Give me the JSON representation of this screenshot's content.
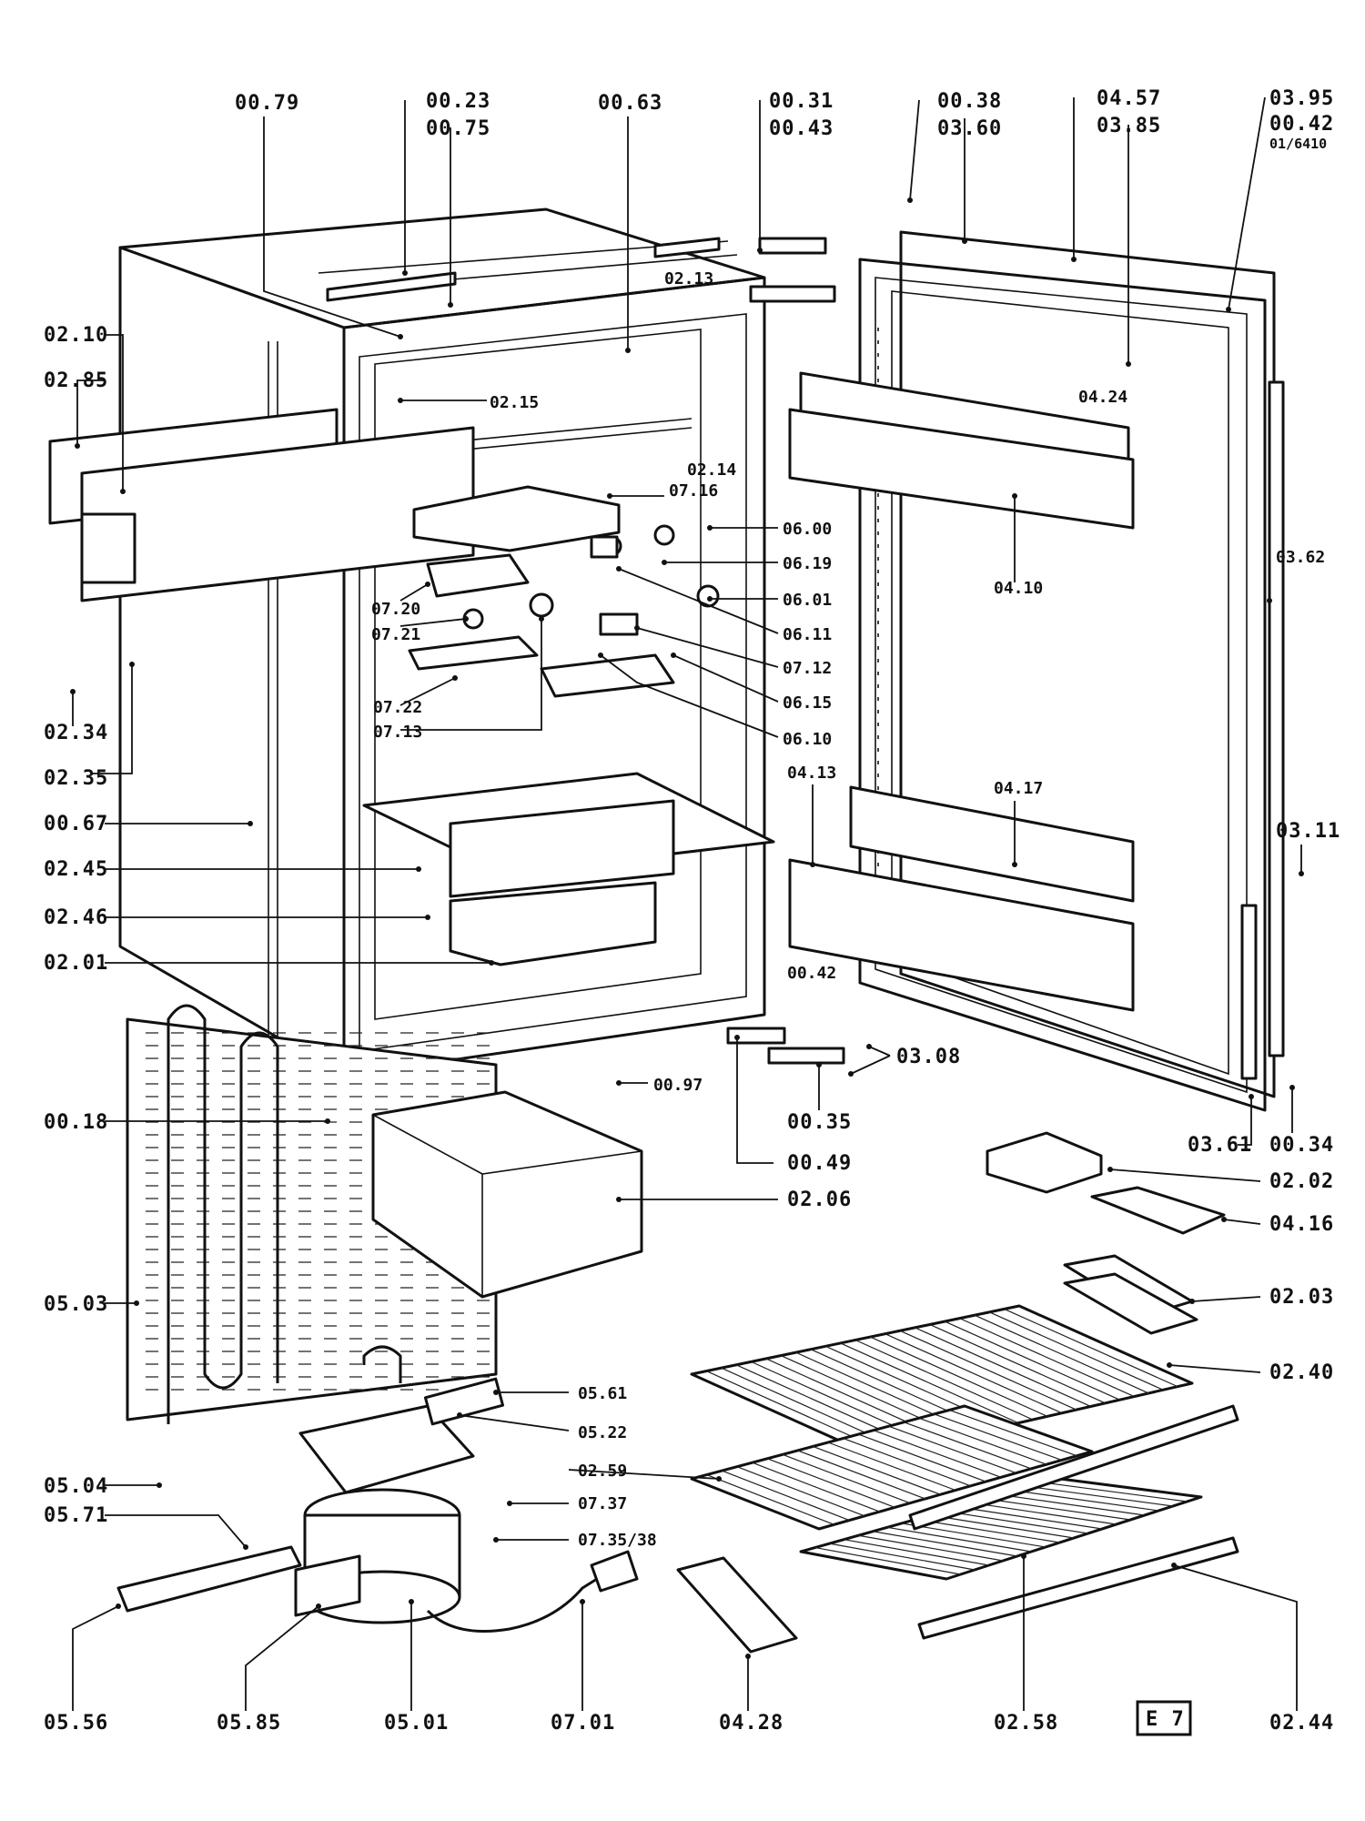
{
  "labels": {
    "l0079": "00.79",
    "l0023": "00.23",
    "l0075": "00.75",
    "l0063": "00.63",
    "l0031": "00.31",
    "l0043": "00.43",
    "l0038": "00.38",
    "l0360": "03.60",
    "l0457": "04.57",
    "l0385": "03.85",
    "l0395": "03.95",
    "l0042a": "00.42",
    "l016410": "01/6410",
    "l0213": "02.13",
    "l0210": "02.10",
    "l0285": "02.85",
    "l0215": "02.15",
    "l0424": "04.24",
    "l0214": "02.14",
    "l0716": "07.16",
    "l0600": "06.00",
    "l0619": "06.19",
    "l0601": "06.01",
    "l0611": "06.11",
    "l0712": "07.12",
    "l0615": "06.15",
    "l0610": "06.10",
    "l0720": "07.20",
    "l0721": "07.21",
    "l0722": "07.22",
    "l0713": "07.13",
    "l0410": "04.10",
    "l0362": "03.62",
    "l0234": "02.34",
    "l0235": "02.35",
    "l0067": "00.67",
    "l0245": "02.45",
    "l0246": "02.46",
    "l0201": "02.01",
    "l0413": "04.13",
    "l0417": "04.17",
    "l0311": "03.11",
    "l0042b": "00.42",
    "l0308": "03.08",
    "l0097": "00.97",
    "l0035": "00.35",
    "l0018": "00.18",
    "l0361": "03.61",
    "l0034": "00.34",
    "l0049": "00.49",
    "l0202": "02.02",
    "l0206": "02.06",
    "l0416": "04.16",
    "l0503": "05.03",
    "l0203": "02.03",
    "l0240": "02.40",
    "l0561": "05.61",
    "l0522": "05.22",
    "l0259": "02.59",
    "l0504": "05.04",
    "l0571": "05.71",
    "l0737": "07.37",
    "l073538": "07.35/38",
    "l0556": "05.56",
    "l0585": "05.85",
    "l0501": "05.01",
    "l0701": "07.01",
    "l0428": "04.28",
    "l0258": "02.58",
    "l0244": "02.44"
  },
  "page_ref": "E 7"
}
